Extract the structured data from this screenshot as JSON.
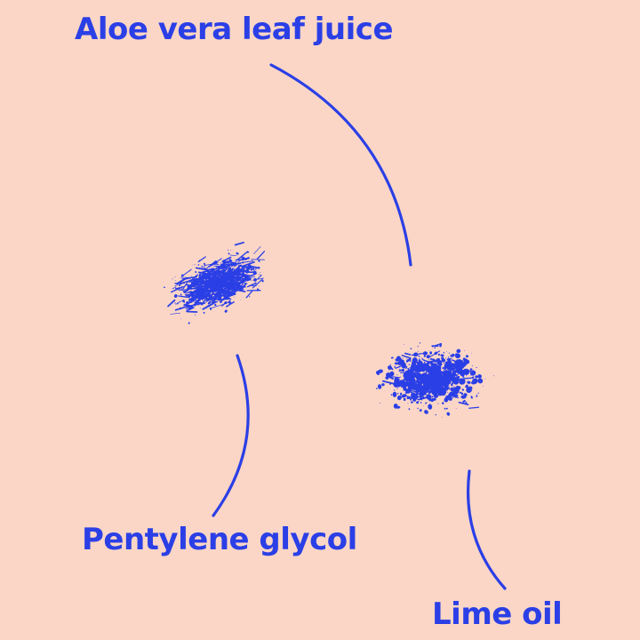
{
  "colors": {
    "background": "#FBD6C6",
    "ink": "#2B3FE6"
  },
  "labels": {
    "aloe": "Aloe vera leaf juice",
    "pentylene": "Pentylene glycol",
    "lime": "Lime oil"
  }
}
